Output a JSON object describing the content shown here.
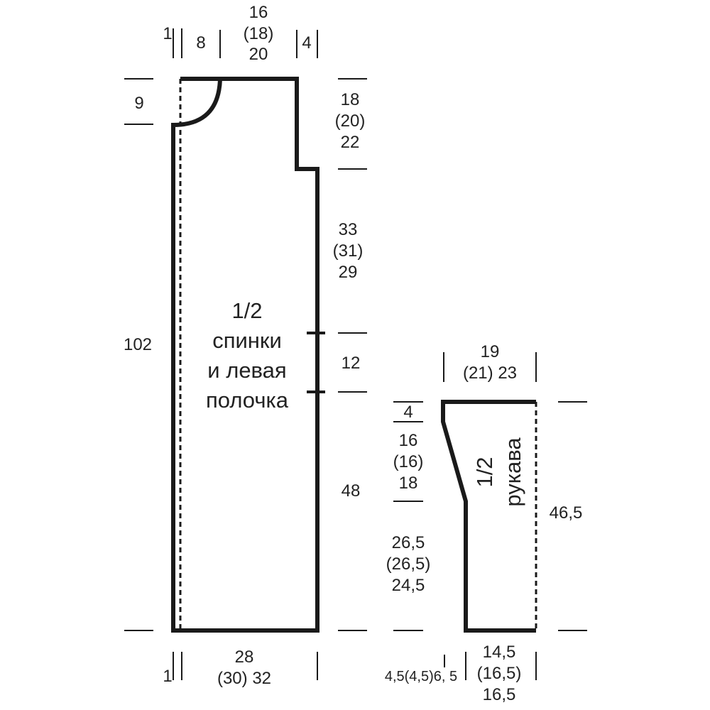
{
  "body_piece": {
    "title": [
      "1/2",
      "спинки",
      "и левая",
      "полочка"
    ],
    "top": {
      "left_edge": "1",
      "shoulder_left": "8",
      "neck": [
        "16",
        "(18)",
        "20"
      ],
      "right": "4"
    },
    "left": {
      "neck_depth": "9",
      "total_height": "102"
    },
    "right": {
      "armhole": [
        "18",
        "(20)",
        "22"
      ],
      "section_a": [
        "33",
        "(31)",
        "29"
      ],
      "section_b": "12",
      "section_c": "48"
    },
    "bottom": {
      "left_edge": "1",
      "width": [
        "28",
        "(30)  32"
      ]
    }
  },
  "sleeve_piece": {
    "title": [
      "1/2",
      "рукава"
    ],
    "top": [
      "19",
      "(21)  23"
    ],
    "left": {
      "top_step": "4",
      "slope": [
        "16",
        "(16)",
        "18"
      ],
      "lower": [
        "26,5",
        "(26,5)",
        "24,5"
      ]
    },
    "right": {
      "height": "46,5"
    },
    "bottom": {
      "left": "4,5(4,5)6,  5",
      "right": [
        "14,5",
        "(16,5)",
        "16,5"
      ]
    }
  }
}
